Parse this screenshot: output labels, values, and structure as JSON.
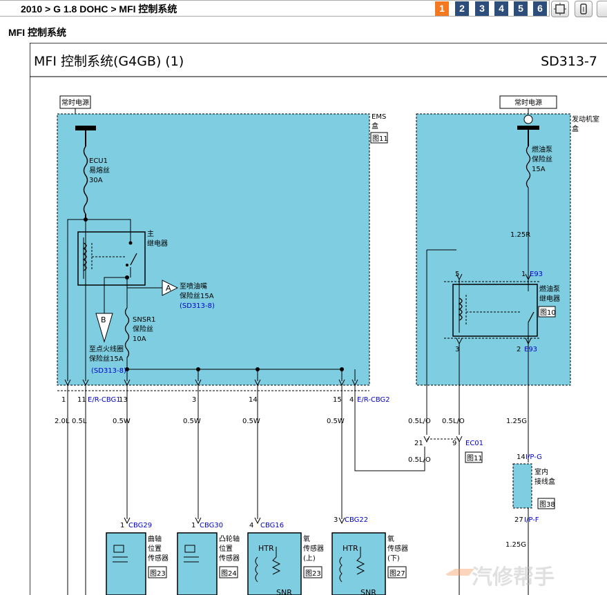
{
  "breadcrumb": "2010 > G 1.8 DOHC > MFI 控制系统",
  "pages": [
    "1",
    "2",
    "3",
    "4",
    "5",
    "6"
  ],
  "active_page": "1",
  "section_title": "MFI 控制系统",
  "diagram": {
    "title": "MFI 控制系统(G4GB) (1)",
    "code": "SD313-7",
    "power_left": "常时电源",
    "power_right": "常时电源",
    "ems_box": [
      "EMS",
      "盒",
      "图11"
    ],
    "engine_box": [
      "发动机室",
      "盒"
    ],
    "ecu1_fuse": [
      "ECU1",
      "易熔丝",
      "30A"
    ],
    "main_relay": [
      "主",
      "继电器"
    ],
    "to_injector": [
      "至喷油嘴",
      "保险丝15A",
      "(SD313-8)"
    ],
    "conn_a": "A",
    "conn_b": "B",
    "snsr1": [
      "SNSR1",
      "保险丝",
      "10A"
    ],
    "to_ignition": [
      "至点火线圈",
      "保险丝15A",
      "(SD313-8)"
    ],
    "fuel_pump_fuse": [
      "燃油泵",
      "保险丝",
      "15A"
    ],
    "wire_125r": "1.25R",
    "fp_relay": [
      "燃油泵",
      "继电器",
      "图10"
    ],
    "e93": "E93",
    "pins": {
      "p5": "5",
      "p1": "1",
      "p3": "3",
      "p2": "2"
    },
    "ems_pins": [
      "1",
      "11",
      "13",
      "3",
      "14",
      "15",
      "4"
    ],
    "e_r_cbg1": "E/R-CBG1",
    "e_r_cbg2": "E/R-CBG2",
    "wires": [
      "2.0L",
      "0.5L",
      "0.5W",
      "0.5W",
      "0.5W",
      "0.5W",
      "0.5L/O",
      "0.5L/O",
      "1.25G"
    ],
    "ec01": {
      "p21": "21",
      "p9": "9",
      "name": "EC01",
      "fig": "图11",
      "wire": "0.5L/O"
    },
    "ipg": {
      "pin": "14",
      "name": "I/P-G"
    },
    "junction": [
      "室内",
      "接线盒",
      "图38"
    ],
    "ipf": {
      "pin": "27",
      "name": "I/P-F"
    },
    "wire_125g2": "1.25G",
    "cbg29": {
      "pin": "1",
      "name": "CBG29",
      "label": [
        "曲轴",
        "位置",
        "传感器"
      ],
      "fig": "图23"
    },
    "cbg30": {
      "pin": "1",
      "name": "CBG30",
      "label": [
        "凸轮轴",
        "位置",
        "传感器"
      ],
      "fig": "图24"
    },
    "cbg16": {
      "pin": "4",
      "name": "CBG16",
      "label": [
        "氧",
        "传感器",
        "(上)"
      ],
      "fig": "图23"
    },
    "cbg22": {
      "pin": "3",
      "name": "CBG22",
      "label": [
        "氧",
        "传感器",
        "(下)"
      ],
      "fig": "图27"
    },
    "htr": "HTR",
    "snr": "SNR",
    "watermark": "汽修帮手"
  },
  "colors": {
    "box": "#7ecde0",
    "link": "#0000cc",
    "page_bg": "#f47920",
    "page_fg": "#2d4e7a"
  }
}
